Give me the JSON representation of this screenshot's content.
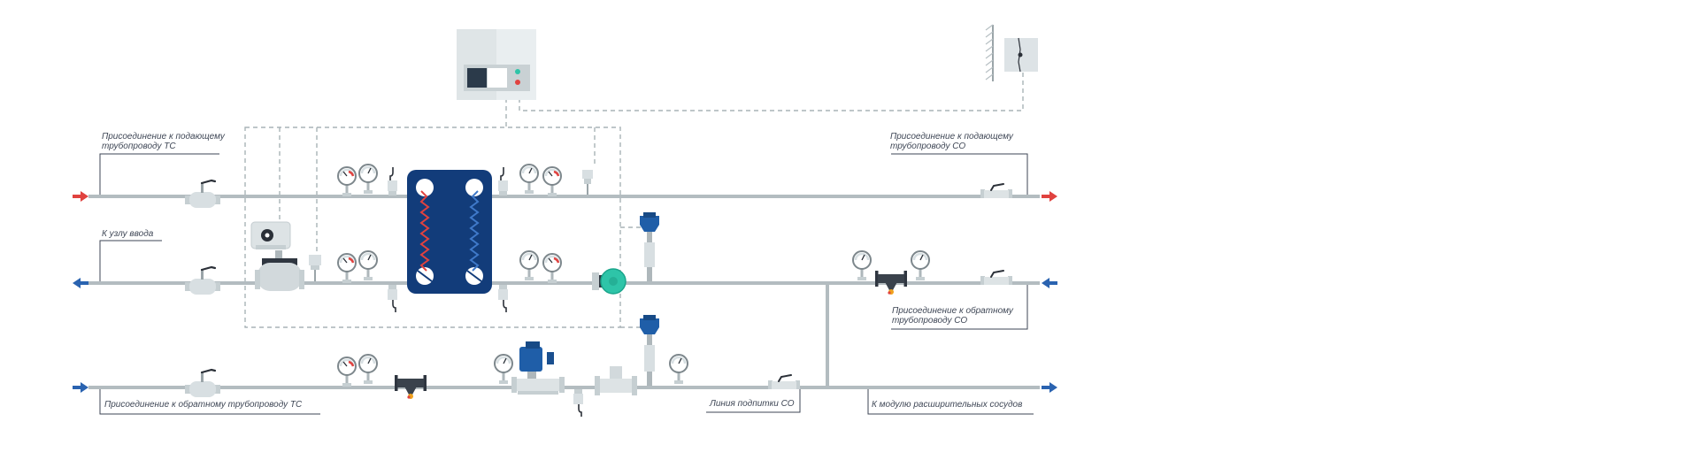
{
  "labels": {
    "supply_ts": [
      "Присоединение к подающему",
      "трубопроводу ТС"
    ],
    "supply_co": [
      "Присоединение к подающему",
      "трубопроводу СО"
    ],
    "input_node": "К узлу ввода",
    "return_co": [
      "Присоединение к обратному",
      "трубопроводу СО"
    ],
    "return_ts": "Присоединение к обратному трубопроводу ТС",
    "makeup_line": "Линия подпитки СО",
    "expansion": "К модулю расширительных сосудов"
  },
  "colors": {
    "pipe": "#b3bcc0",
    "dashed": "#a9b3b7",
    "arrow_hot": "#e0423f",
    "arrow_cold": "#2a63b0",
    "heat_exchanger": "#123c7a",
    "pump": "#2ec4a8",
    "actuator": "#1f5ea8",
    "fitting": "#c6cfd2",
    "strainer": "#2f3640",
    "text": "#3e4655"
  },
  "icons": {
    "controller": "controller-cabinet-icon",
    "outdoor_sensor": "outdoor-temperature-sensor-icon",
    "heat_exchanger": "plate-heat-exchanger-icon",
    "pump": "circulation-pump-icon",
    "control_valve": "control-valve-icon"
  }
}
